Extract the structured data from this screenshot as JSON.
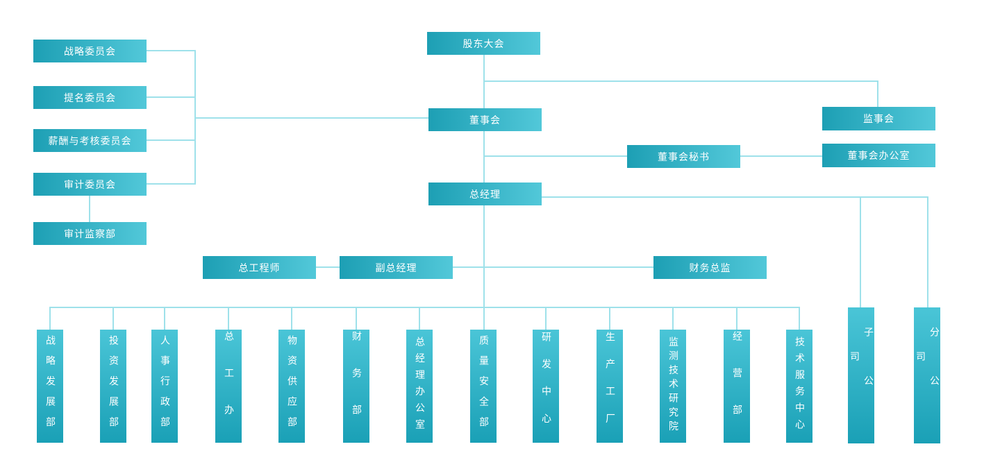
{
  "chart_title": "",
  "palette": {
    "node_gradient_dark": "#1d9fb4",
    "node_gradient_light": "#52c8d9",
    "connector_color": "#9ee1ea",
    "node_text_color": "#ffffff",
    "background": "#ffffff"
  },
  "nodes": [
    {
      "id": "shareholders-meeting",
      "label": "股东大会"
    },
    {
      "id": "board-of-directors",
      "label": "董事会"
    },
    {
      "id": "supervisory-board",
      "label": "监事会"
    },
    {
      "id": "board-secretary",
      "label": "董事会秘书"
    },
    {
      "id": "board-office",
      "label": "董事会办公室"
    },
    {
      "id": "general-manager",
      "label": "总经理"
    },
    {
      "id": "strategy-committee",
      "label": "战略委员会"
    },
    {
      "id": "nomination-committee",
      "label": "提名委员会"
    },
    {
      "id": "remuneration-assessment-committee",
      "label": "薪酬与考核委员会"
    },
    {
      "id": "audit-committee",
      "label": "审计委员会"
    },
    {
      "id": "audit-supervision-dept",
      "label": "审计监察部"
    },
    {
      "id": "chief-engineer",
      "label": "总工程师"
    },
    {
      "id": "deputy-general-manager",
      "label": "副总经理"
    },
    {
      "id": "finance-director",
      "label": "财务总监"
    },
    {
      "id": "strategy-development-dept",
      "label": "战略发展部"
    },
    {
      "id": "investment-development-dept",
      "label": "投资发展部"
    },
    {
      "id": "hr-admin-dept",
      "label": "人事行政部"
    },
    {
      "id": "chief-engineer-office",
      "label": "总工办"
    },
    {
      "id": "material-supply-dept",
      "label": "物资供应部"
    },
    {
      "id": "finance-dept",
      "label": "财务部"
    },
    {
      "id": "gm-office",
      "label": "总经理办公室"
    },
    {
      "id": "quality-safety-dept",
      "label": "质量安全部"
    },
    {
      "id": "rd-center",
      "label": "研发中心"
    },
    {
      "id": "production-factory",
      "label": "生产工厂"
    },
    {
      "id": "monitoring-tech-research-institute",
      "label": "监测技术研究院"
    },
    {
      "id": "operations-dept",
      "label": "经营部"
    },
    {
      "id": "tech-service-center",
      "label": "技术服务中心"
    },
    {
      "id": "subsidiary-company",
      "label": "子公司"
    },
    {
      "id": "branch-company",
      "label": "分公司"
    }
  ],
  "edges": [
    {
      "from": "shareholders-meeting",
      "to": "board-of-directors"
    },
    {
      "from": "shareholders-meeting",
      "to": "supervisory-board"
    },
    {
      "from": "board-of-directors",
      "to": "board-secretary"
    },
    {
      "from": "board-secretary",
      "to": "board-office"
    },
    {
      "from": "board-of-directors",
      "to": "strategy-committee"
    },
    {
      "from": "board-of-directors",
      "to": "nomination-committee"
    },
    {
      "from": "board-of-directors",
      "to": "remuneration-assessment-committee"
    },
    {
      "from": "board-of-directors",
      "to": "audit-committee"
    },
    {
      "from": "audit-committee",
      "to": "audit-supervision-dept"
    },
    {
      "from": "board-of-directors",
      "to": "general-manager"
    },
    {
      "from": "general-manager",
      "to": "deputy-general-manager"
    },
    {
      "from": "deputy-general-manager",
      "to": "chief-engineer"
    },
    {
      "from": "general-manager",
      "to": "finance-director"
    },
    {
      "from": "general-manager",
      "to": "strategy-development-dept"
    },
    {
      "from": "general-manager",
      "to": "investment-development-dept"
    },
    {
      "from": "general-manager",
      "to": "hr-admin-dept"
    },
    {
      "from": "general-manager",
      "to": "chief-engineer-office"
    },
    {
      "from": "general-manager",
      "to": "material-supply-dept"
    },
    {
      "from": "general-manager",
      "to": "finance-dept"
    },
    {
      "from": "general-manager",
      "to": "gm-office"
    },
    {
      "from": "general-manager",
      "to": "quality-safety-dept"
    },
    {
      "from": "general-manager",
      "to": "rd-center"
    },
    {
      "from": "general-manager",
      "to": "production-factory"
    },
    {
      "from": "general-manager",
      "to": "monitoring-tech-research-institute"
    },
    {
      "from": "general-manager",
      "to": "operations-dept"
    },
    {
      "from": "general-manager",
      "to": "tech-service-center"
    },
    {
      "from": "general-manager",
      "to": "subsidiary-company"
    },
    {
      "from": "general-manager",
      "to": "branch-company"
    }
  ]
}
